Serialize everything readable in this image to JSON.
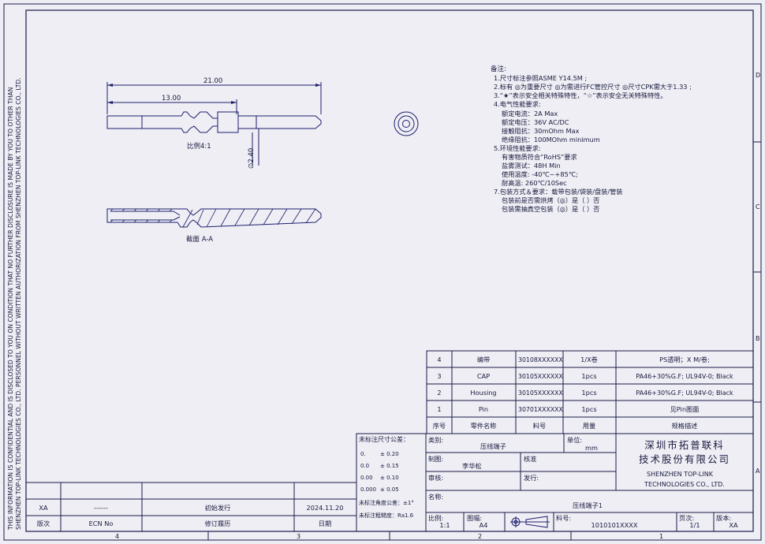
{
  "side_text": {
    "line1": "THIS INFORMATION IS CONFIDENTIAL AND IS DISCLOSED TO YOU ON CONDITION THAT NO FURTHER DISCLOSURE IS MADE BY YOU TO OTHER THAN",
    "line2": "SHENZHEN TOP-LINK TECHNOLOGIES CO., LTD. PERSONNEL WITHOUT WRITTEN AUTHORIZATION FROM SHENZHEN TOP-LINK TECHNOLOGIES CO., LTD."
  },
  "zones": {
    "top": "D",
    "mid1": "C",
    "mid2": "B",
    "bottom": "A",
    "b4": "4",
    "b3": "3",
    "b2": "2",
    "b1": "1"
  },
  "drawing": {
    "dim_overall": "21.00",
    "dim_partial": "13.00",
    "dim_dia": "∅2.40",
    "scale_label": "比例4:1",
    "section_label": "截面 A-A"
  },
  "notes": {
    "title": "备注:",
    "lines": [
      "1.尺寸标注参照ASME Y14.5M ;",
      "2.标有 ◎为重要尺寸 ◎为需进行FC管控尺寸 ◎尺寸CPK需大于1.33 ;",
      "3.“★”表示安全相关特殊特性，“☆”表示安全无关特殊特性。",
      "4.电气性能要求:",
      "额定电流：2A Max",
      "额定电压：36V AC/DC",
      "接触阻抗：30mOhm Max",
      "绝缘阻抗：100MOhm minimum",
      "5.环境性能要求:",
      "有害物质符合“RoHS”要求",
      "盐雾测试：48H Min",
      "使用温度: -40℃~+85℃;",
      "耐高温: 260℃/10Sec",
      "7.包装方式＆要求：载带包装/袋装/盘装/管装",
      "包装前是否需烘烤（◎）是（ ）否",
      "包装需抽真空包装（◎）是（ ）否"
    ]
  },
  "bom": {
    "rows": [
      {
        "no": "4",
        "name": "编带",
        "part": "30108XXXXXX",
        "qty": "1/X卷",
        "spec": "PS透明；X M/卷;"
      },
      {
        "no": "3",
        "name": "CAP",
        "part": "30105XXXXXX",
        "qty": "1pcs",
        "spec": "PA46+30%G.F; UL94V-0; Black"
      },
      {
        "no": "2",
        "name": "Housing",
        "part": "30105XXXXXX",
        "qty": "1pcs",
        "spec": "PA46+30%G.F; UL94V-0; Black"
      },
      {
        "no": "1",
        "name": "Pin",
        "part": "30701XXXXXX",
        "qty": "1pcs",
        "spec": "见Pin图面"
      }
    ],
    "header": {
      "no": "序号",
      "name": "零件名称",
      "part": "料号",
      "qty": "用量",
      "spec": "规格描述"
    }
  },
  "tolerance": {
    "title": "未标注尺寸公差：",
    "rows": [
      {
        "k": "0.",
        "v": "± 0.20"
      },
      {
        "k": "0.0",
        "v": "± 0.15"
      },
      {
        "k": "0.00",
        "v": "± 0.10"
      },
      {
        "k": "0.000",
        "v": "± 0.05"
      }
    ],
    "angle": "未标注角度公差：±1°",
    "rough": "未标注粗糙度：Ra1.6"
  },
  "title_block": {
    "category_label": "类别:",
    "category_value": "压线端子",
    "unit_label": "单位:",
    "unit_value": "mm",
    "drawn_label": "制图:",
    "drawn_value": "李华松",
    "check_label": "核准",
    "review_label": "审核:",
    "issue_label": "发行:",
    "name_label": "名称:",
    "name_value": "压线端子1",
    "company_cn1": "深圳市拓普联科",
    "company_cn2": "技术股份有限公司",
    "company_en1": "SHENZHEN TOP-LINK",
    "company_en2": "TECHNOLOGIES CO., LTD.",
    "scale_label": "比例:",
    "scale_value": "1:1",
    "size_label": "图幅:",
    "size_value": "A4",
    "partno_label": "料号:",
    "partno_value": "1010101XXXX",
    "page_label": "页次:",
    "page_value": "1/1",
    "rev_label": "版本:",
    "rev_value": "XA"
  },
  "revision": {
    "row": {
      "ver": "XA",
      "ecn": "------",
      "desc": "初始发行",
      "date": "2024.11.20"
    },
    "header": {
      "ver": "版次",
      "ecn": "ECN No",
      "desc": "修订履历",
      "date": "日期"
    }
  }
}
